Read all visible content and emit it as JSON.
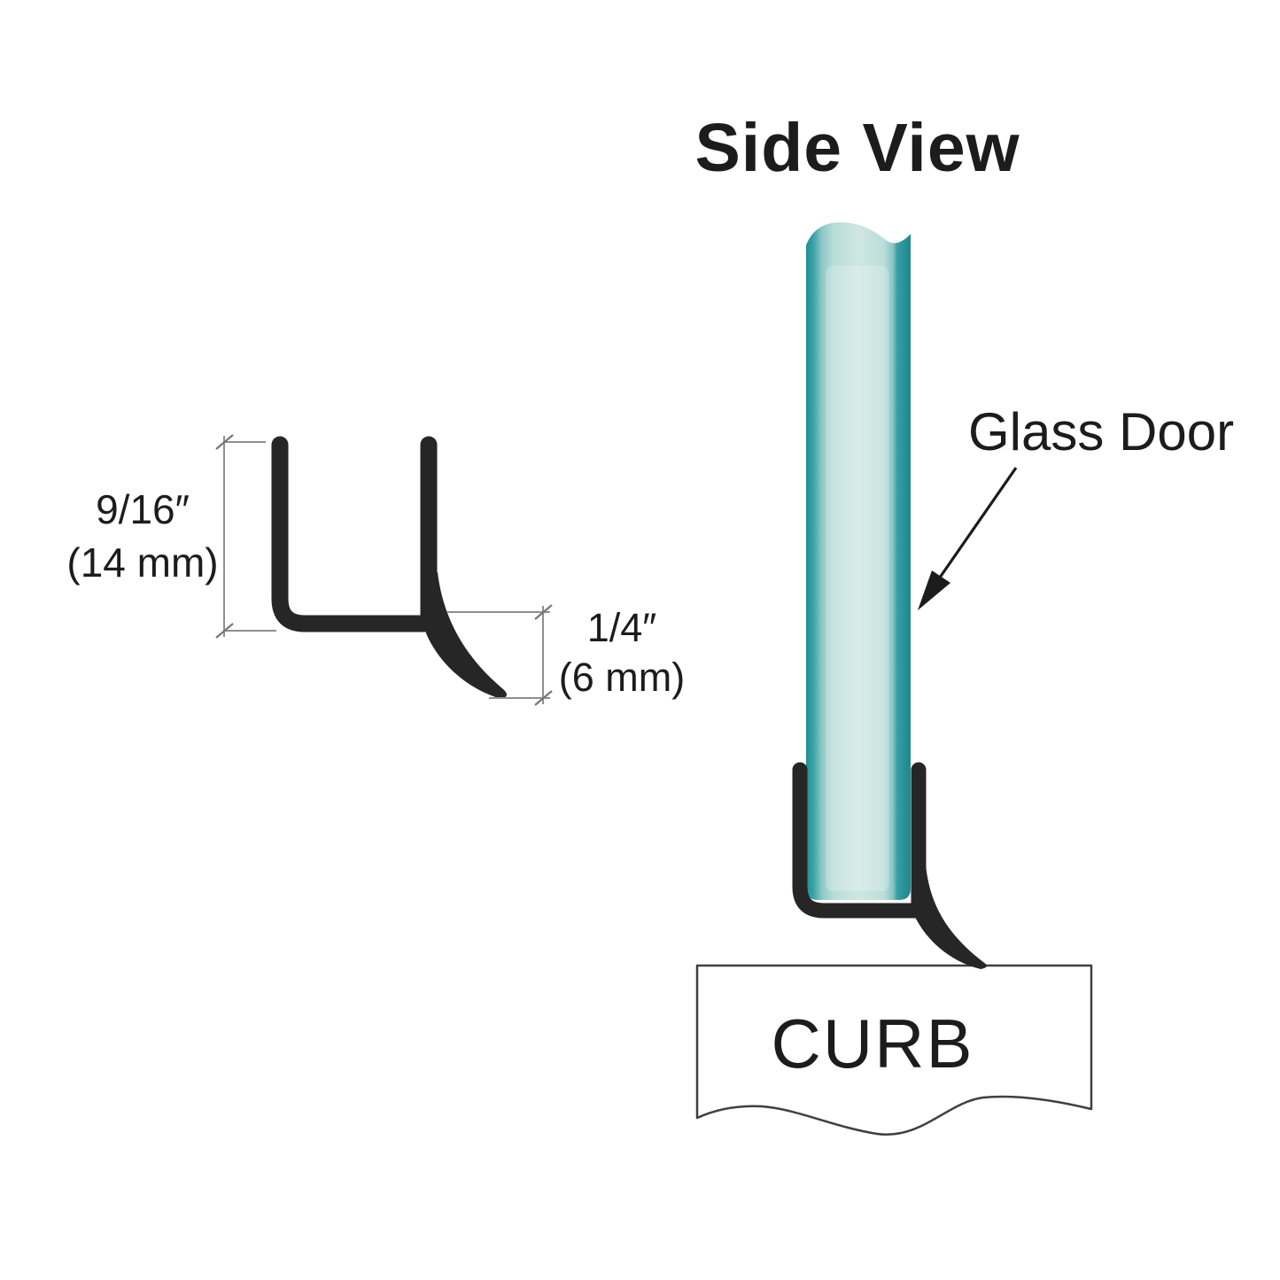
{
  "title": "Side View",
  "glass_door_label": "Glass Door",
  "curb_label": "CURB",
  "dimensions": {
    "height": {
      "imperial": "9/16″",
      "metric": "(14 mm)"
    },
    "depth": {
      "imperial": "1/4″",
      "metric": "(6 mm)"
    }
  },
  "icons": {
    "glass_door_pointer": "arrow-down-left-icon"
  },
  "colors": {
    "glass_edge_dark": "#1e8e95",
    "glass_face_light": "#cfe7e2",
    "seal_black": "#262626",
    "dimension_gray": "#8f8f8f",
    "curb_outline": "#3f3f3f",
    "text_black": "#1c1c1c",
    "background": "#ffffff"
  }
}
